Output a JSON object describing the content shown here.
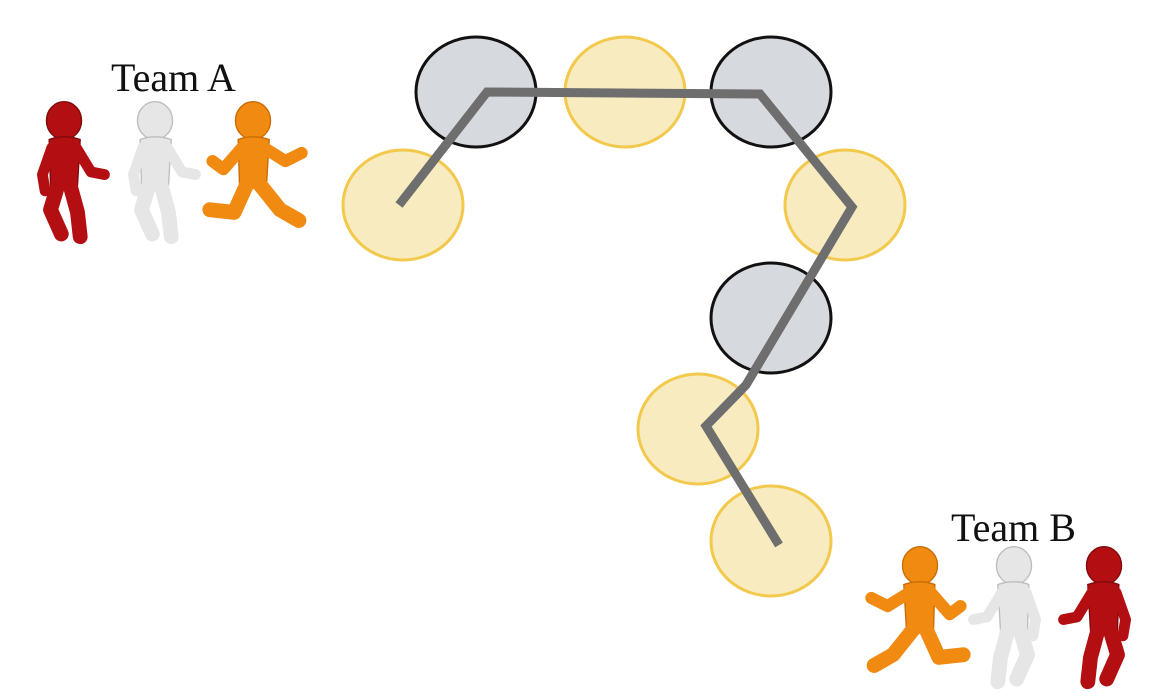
{
  "teams": [
    {
      "id": "team-a",
      "label": "Team A",
      "players": [
        {
          "color": "#b30f12",
          "facing": "right",
          "pose": "walk"
        },
        {
          "color": "#e6e6e6",
          "facing": "right",
          "pose": "walk"
        },
        {
          "color": "#f08a10",
          "facing": "right",
          "pose": "run"
        }
      ]
    },
    {
      "id": "team-b",
      "label": "Team B",
      "players": [
        {
          "color": "#f08a10",
          "facing": "left",
          "pose": "run"
        },
        {
          "color": "#e6e6e6",
          "facing": "left",
          "pose": "walk"
        },
        {
          "color": "#b30f12",
          "facing": "left",
          "pose": "walk"
        }
      ]
    }
  ],
  "course": {
    "yellow_fill": "#f7ebbf",
    "yellow_stroke": "#f2c94c",
    "gray_fill": "#d6d9de",
    "gray_stroke": "#111111",
    "path_color": "#6e6e6e",
    "hoops": [
      {
        "kind": "yellow"
      },
      {
        "kind": "gray"
      },
      {
        "kind": "yellow"
      },
      {
        "kind": "gray"
      },
      {
        "kind": "yellow"
      },
      {
        "kind": "gray"
      },
      {
        "kind": "yellow"
      },
      {
        "kind": "yellow"
      }
    ]
  }
}
